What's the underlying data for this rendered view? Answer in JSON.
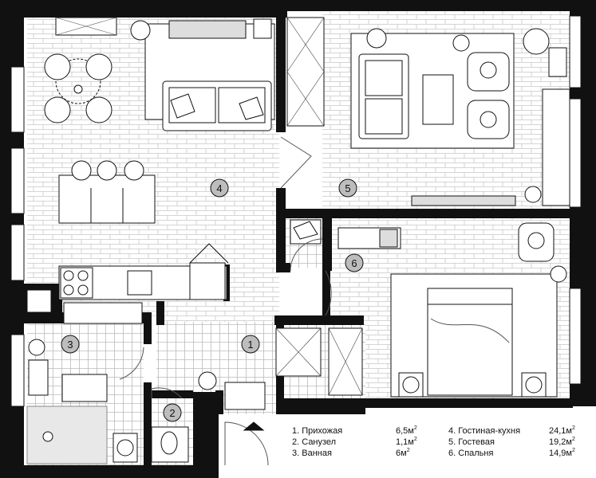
{
  "rooms": [
    {
      "num": "1",
      "name": "Прихожая",
      "area": "6,5",
      "unit": "м",
      "sup": "2"
    },
    {
      "num": "2",
      "name": "Санузел",
      "area": "1,1",
      "unit": "м",
      "sup": "2"
    },
    {
      "num": "3",
      "name": "Ванная",
      "area": "6",
      "unit": "м",
      "sup": "2"
    },
    {
      "num": "4",
      "name": "Гостиная-кухня",
      "area": "24,1",
      "unit": "м",
      "sup": "2"
    },
    {
      "num": "5",
      "name": "Гостевая",
      "area": "19,2",
      "unit": "м",
      "sup": "2"
    },
    {
      "num": "6",
      "name": "Спальня",
      "area": "14,9",
      "unit": "м",
      "sup": "2"
    }
  ],
  "colors": {
    "wall": "#111111",
    "floor_line": "#b9b9b9",
    "badge": "#bdbdbd"
  }
}
